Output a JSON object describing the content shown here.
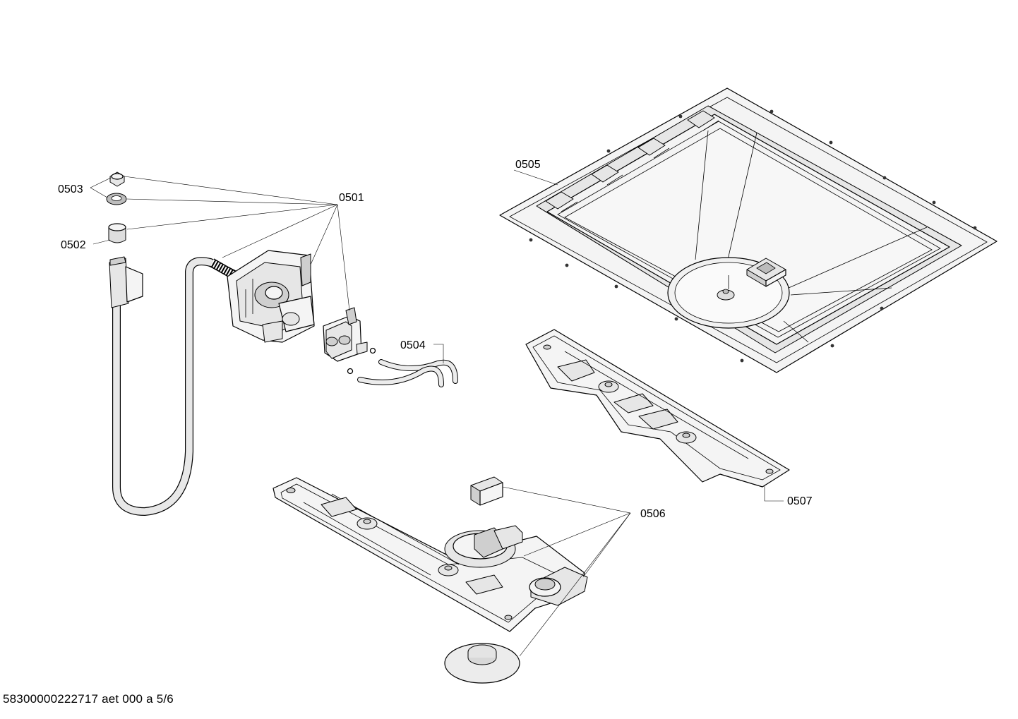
{
  "labels": {
    "l0501": "0501",
    "l0502": "0502",
    "l0503": "0503",
    "l0504": "0504",
    "l0505": "0505",
    "l0506": "0506",
    "l0507": "0507"
  },
  "footer": "58300000222717 aet 000 a 5/6"
}
